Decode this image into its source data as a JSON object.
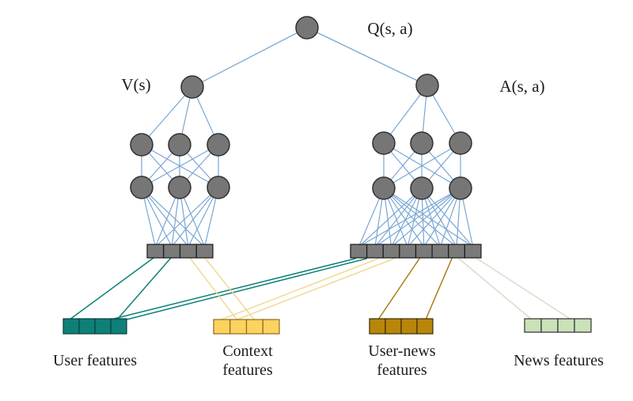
{
  "figure": {
    "background": "#FFFFFF",
    "nodes": {
      "q_label": "Q(s, a)",
      "v_label": "V(s)",
      "a_label": "A(s, a)"
    },
    "features": [
      {
        "id": "user-features",
        "label_lines": [
          "User features"
        ],
        "fill": "#0E8078",
        "cell_stroke": "#05403D",
        "edge_color": "#0E8078"
      },
      {
        "id": "context-features",
        "label_lines": [
          "Context",
          "features"
        ],
        "fill": "#FBD35E",
        "cell_stroke": "#8F6B1F",
        "edge_color": "#F0DA96"
      },
      {
        "id": "user-news-features",
        "label_lines": [
          "User-news",
          "features"
        ],
        "fill": "#B8860B",
        "cell_stroke": "#3A2D02",
        "edge_color": "#A87E15"
      },
      {
        "id": "news-features",
        "label_lines": [
          "News features"
        ],
        "fill": "#C9E2B8",
        "cell_stroke": "#2F2F2F",
        "edge_color": "#DBDBCD"
      }
    ],
    "colors": {
      "network_edge": "#79A7D4",
      "node_fill": "#767676",
      "node_stroke": "#303030",
      "strip_fill": "#7A7A7A",
      "strip_stroke": "#1A1A1A",
      "text": "#1C1C1C"
    }
  }
}
